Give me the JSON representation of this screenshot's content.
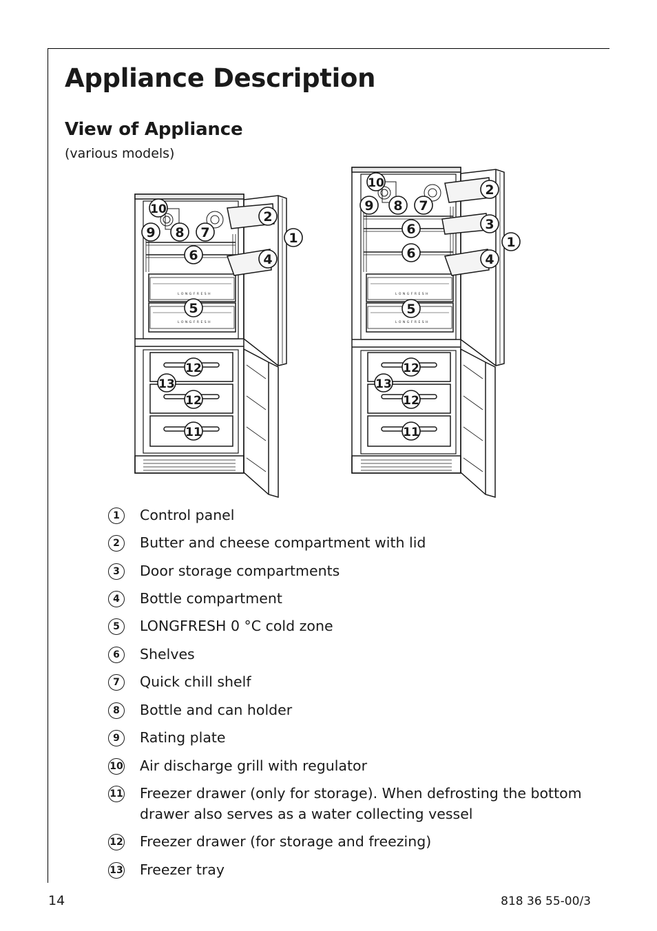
{
  "page": {
    "title": "Appliance Description",
    "section_title": "View of Appliance",
    "subtitle": "(various models)",
    "page_number": "14",
    "doc_code": "818 36 55-00/3"
  },
  "figure": {
    "left_callouts": [
      "10",
      "9",
      "8",
      "7",
      "2",
      "1",
      "6",
      "4",
      "5",
      "12",
      "13",
      "12",
      "11"
    ],
    "right_callouts": [
      "10",
      "9",
      "8",
      "7",
      "2",
      "6",
      "3",
      "1",
      "6",
      "4",
      "5",
      "12",
      "13",
      "12",
      "11"
    ],
    "drawer_label": "LONGFRESH"
  },
  "legend": [
    {
      "num": "1",
      "text": "Control panel"
    },
    {
      "num": "2",
      "text": "Butter and cheese compartment with lid"
    },
    {
      "num": "3",
      "text": "Door storage compartments"
    },
    {
      "num": "4",
      "text": "Bottle compartment"
    },
    {
      "num": "5",
      "text": "LONGFRESH 0 °C cold zone"
    },
    {
      "num": "6",
      "text": "Shelves"
    },
    {
      "num": "7",
      "text": "Quick chill shelf"
    },
    {
      "num": "8",
      "text": "Bottle and can holder"
    },
    {
      "num": "9",
      "text": "Rating plate"
    },
    {
      "num": "10",
      "text": "Air discharge grill with regulator"
    },
    {
      "num": "11",
      "text": "Freezer drawer (only for storage). When defrosting the bottom drawer also serves as a water collecting vessel"
    },
    {
      "num": "12",
      "text": "Freezer drawer (for storage and freezing)"
    },
    {
      "num": "13",
      "text": "Freezer tray"
    }
  ]
}
